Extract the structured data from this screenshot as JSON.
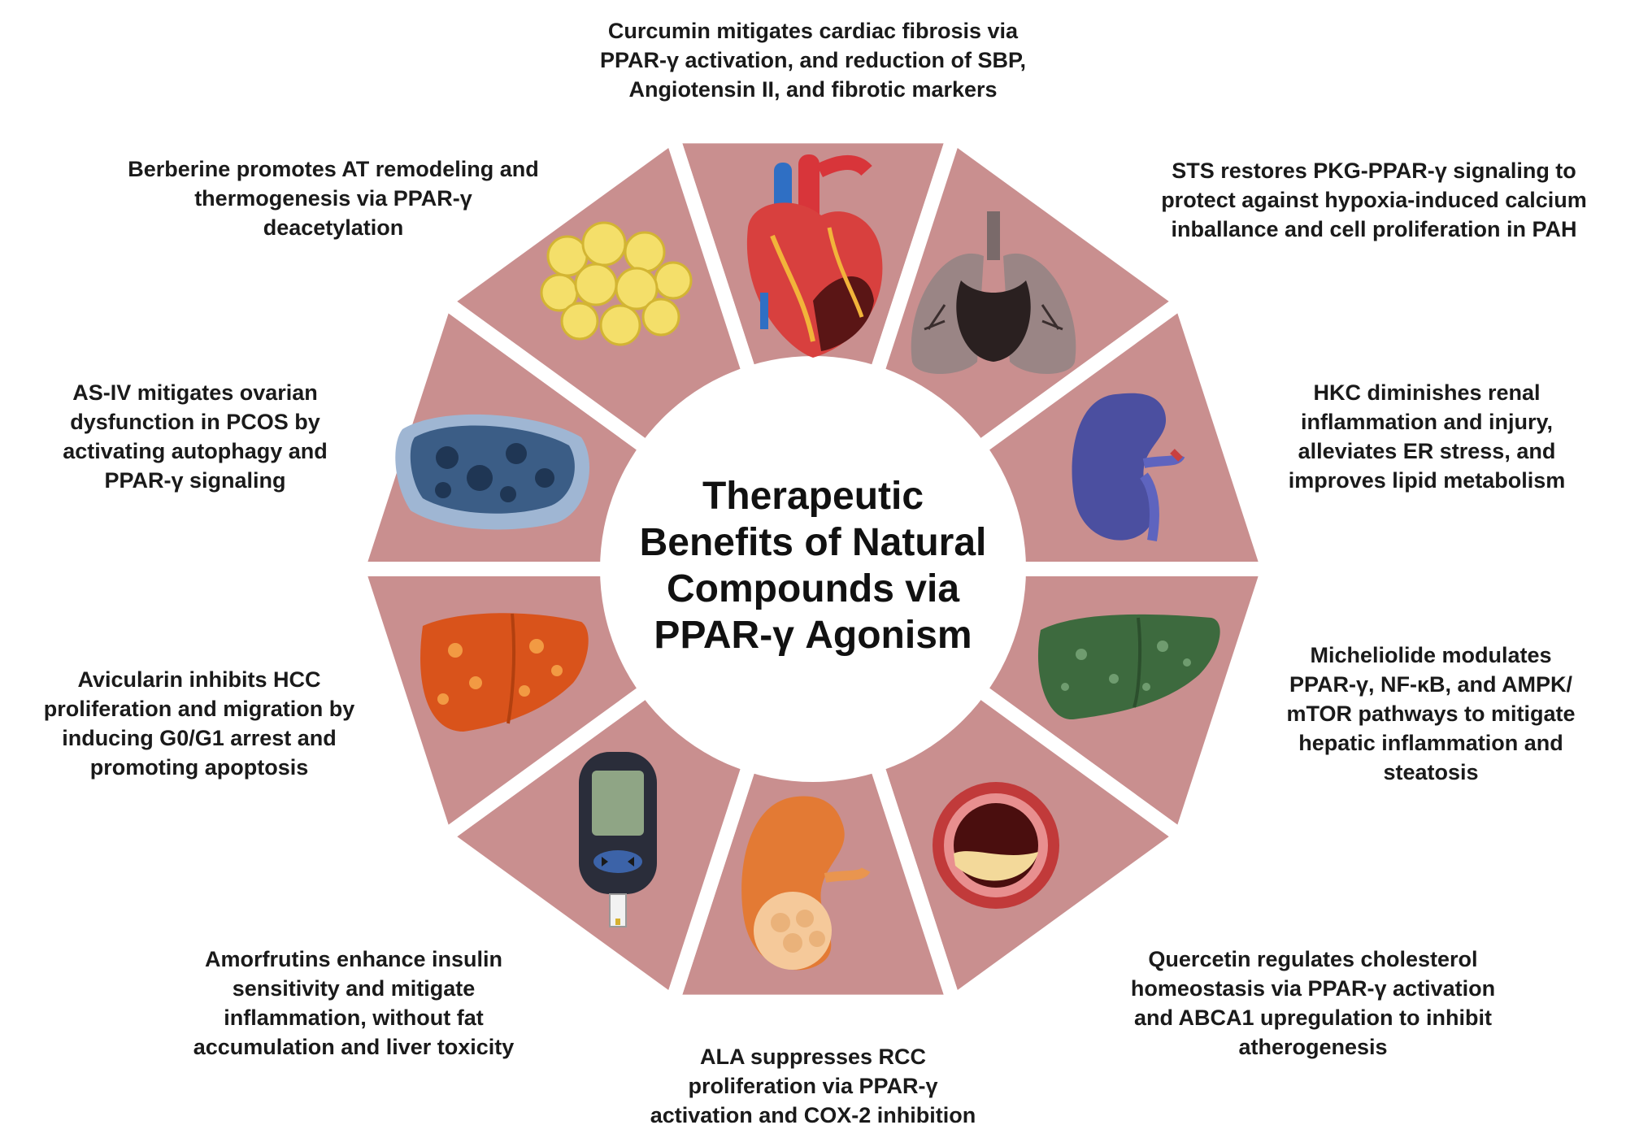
{
  "center_title": {
    "lines": [
      "Therapeutic",
      "Benefits of Natural",
      "Compounds via",
      "PPAR-γ Agonism"
    ]
  },
  "labels": {
    "curcumin": [
      "Curcumin mitigates cardiac fibrosis via",
      "PPAR-γ activation, and reduction of SBP,",
      "Angiotensin II, and fibrotic markers"
    ],
    "sts": [
      "STS restores PKG-PPAR-γ signaling to",
      "protect against hypoxia-induced calcium",
      "inballance and cell proliferation in PAH"
    ],
    "hkc": [
      "HKC diminishes renal",
      "inflammation and injury,",
      "alleviates ER stress, and",
      "improves lipid metabolism"
    ],
    "micheliolide": [
      "Micheliolide modulates",
      "PPAR-γ, NF-κB, and AMPK/",
      "mTOR pathways to mitigate",
      "hepatic inflammation and",
      "steatosis"
    ],
    "quercetin": [
      "Quercetin regulates cholesterol",
      "homeostasis via PPAR-γ activation",
      "and ABCA1 upregulation to inhibit",
      "atherogenesis"
    ],
    "ala": [
      "ALA suppresses RCC",
      "proliferation via PPAR-γ",
      "activation and COX-2 inhibition"
    ],
    "amorfrutins": [
      "Amorfrutins enhance insulin",
      "sensitivity and mitigate",
      "inflammation, without fat",
      "accumulation and liver toxicity"
    ],
    "avicularin": [
      "Avicularin inhibits HCC",
      "proliferation and migration by",
      "inducing G0/G1 arrest and",
      "promoting apoptosis"
    ],
    "as_iv": [
      "AS-IV mitigates ovarian",
      "dysfunction in PCOS by",
      "activating autophagy and",
      "PPAR-γ signaling"
    ],
    "berberine": [
      "Berberine promotes AT remodeling and",
      "thermogenesis via PPAR-γ",
      "deacetylation"
    ]
  },
  "icons": [
    "heart-icon",
    "lungs-icon",
    "kidney-icon",
    "liver-green-icon",
    "artery-plaque-icon",
    "kidney-tumor-icon",
    "glucose-meter-icon",
    "liver-orange-icon",
    "ovary-icon",
    "adipose-tissue-icon"
  ],
  "colors": {
    "segment": "#c98f8f",
    "separator": "#ffffff",
    "text": "#1a1a1a"
  }
}
